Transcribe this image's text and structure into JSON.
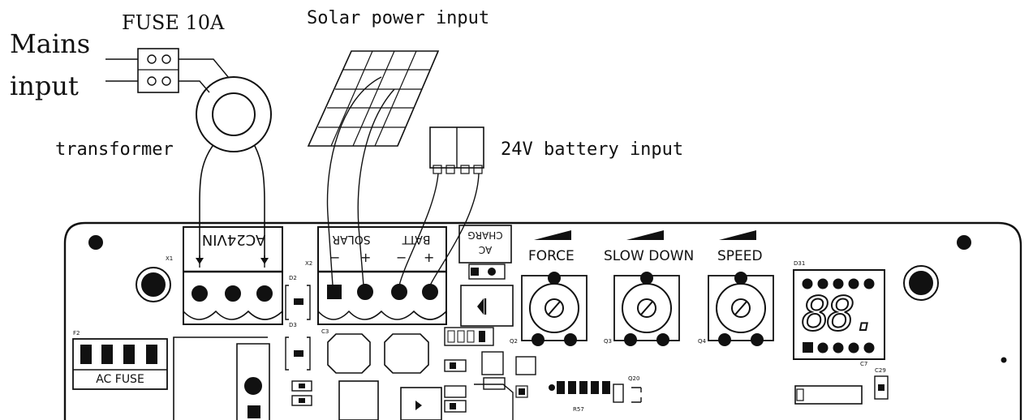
{
  "labels": {
    "fuse": "FUSE 10A",
    "mains_line1": "Mains",
    "mains_line2": "input",
    "solar": "Solar power input",
    "transformer": "transformer",
    "battery": "24V battery input",
    "ac24vin": "AC24VIN",
    "batt": "BATT",
    "solar_terminal": "SOLAR",
    "minus": "−",
    "plus": "+",
    "ac_charg_1": "AC",
    "ac_charg_2": "CHARG",
    "force": "FORCE",
    "slow_down": "SLOW DOWN",
    "speed": "SPEED",
    "ac_fuse": "AC FUSE",
    "x1": "X1",
    "x2": "X2",
    "d2": "D2",
    "d3": "D3",
    "d31": "D31",
    "q4": "Q4",
    "q3": "Q3",
    "q2": "Q2",
    "f2": "F2",
    "c3": "C3",
    "c29": "C29",
    "c7": "C7",
    "q20": "Q20",
    "r57": "R57"
  },
  "display": {
    "digits": "88."
  }
}
